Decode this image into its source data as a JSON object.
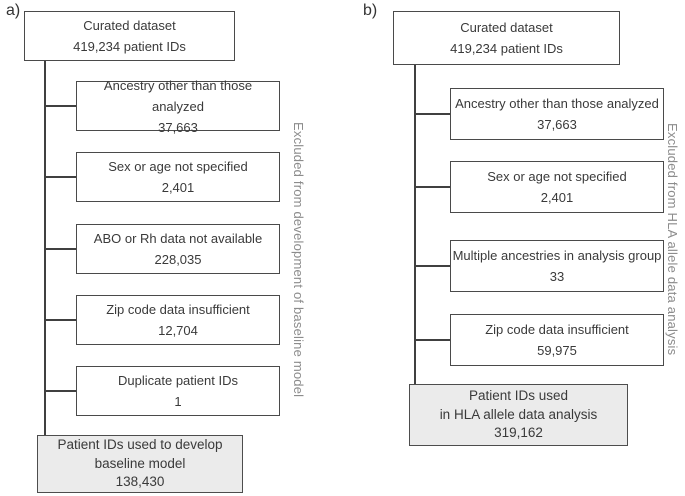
{
  "colors": {
    "box_border": "#4a4a4a",
    "connector_line": "#404040",
    "box_text": "#3a3a3a",
    "side_note_text": "#8c8c8c",
    "result_box_fill": "#ebebeb"
  },
  "panels": [
    {
      "label": "a)",
      "source": {
        "title": "Curated dataset",
        "count": "419,234 patient IDs"
      },
      "exclusions": [
        {
          "label": "Ancestry other than those analyzed",
          "value": "37,663"
        },
        {
          "label": "Sex or age not specified",
          "value": "2,401"
        },
        {
          "label": "ABO or Rh data not available",
          "value": "228,035"
        },
        {
          "label": "Zip code data insufficient",
          "value": "12,704"
        },
        {
          "label": "Duplicate patient IDs",
          "value": "1"
        }
      ],
      "side_note": "Excluded from development of baseline model",
      "result": {
        "line1": "Patient IDs used to develop",
        "line2": "baseline model",
        "count": "138,430"
      }
    },
    {
      "label": "b)",
      "source": {
        "title": "Curated dataset",
        "count": "419,234 patient IDs"
      },
      "exclusions": [
        {
          "label": "Ancestry other than those analyzed",
          "value": "37,663"
        },
        {
          "label": "Sex or age not specified",
          "value": "2,401"
        },
        {
          "label": "Multiple ancestries in analysis group",
          "value": "33"
        },
        {
          "label": "Zip code data insufficient",
          "value": "59,975"
        }
      ],
      "side_note": "Excluded from HLA allele data analysis",
      "result": {
        "line1": "Patient IDs used",
        "line2": "in HLA allele data analysis",
        "count": "319,162"
      }
    }
  ]
}
